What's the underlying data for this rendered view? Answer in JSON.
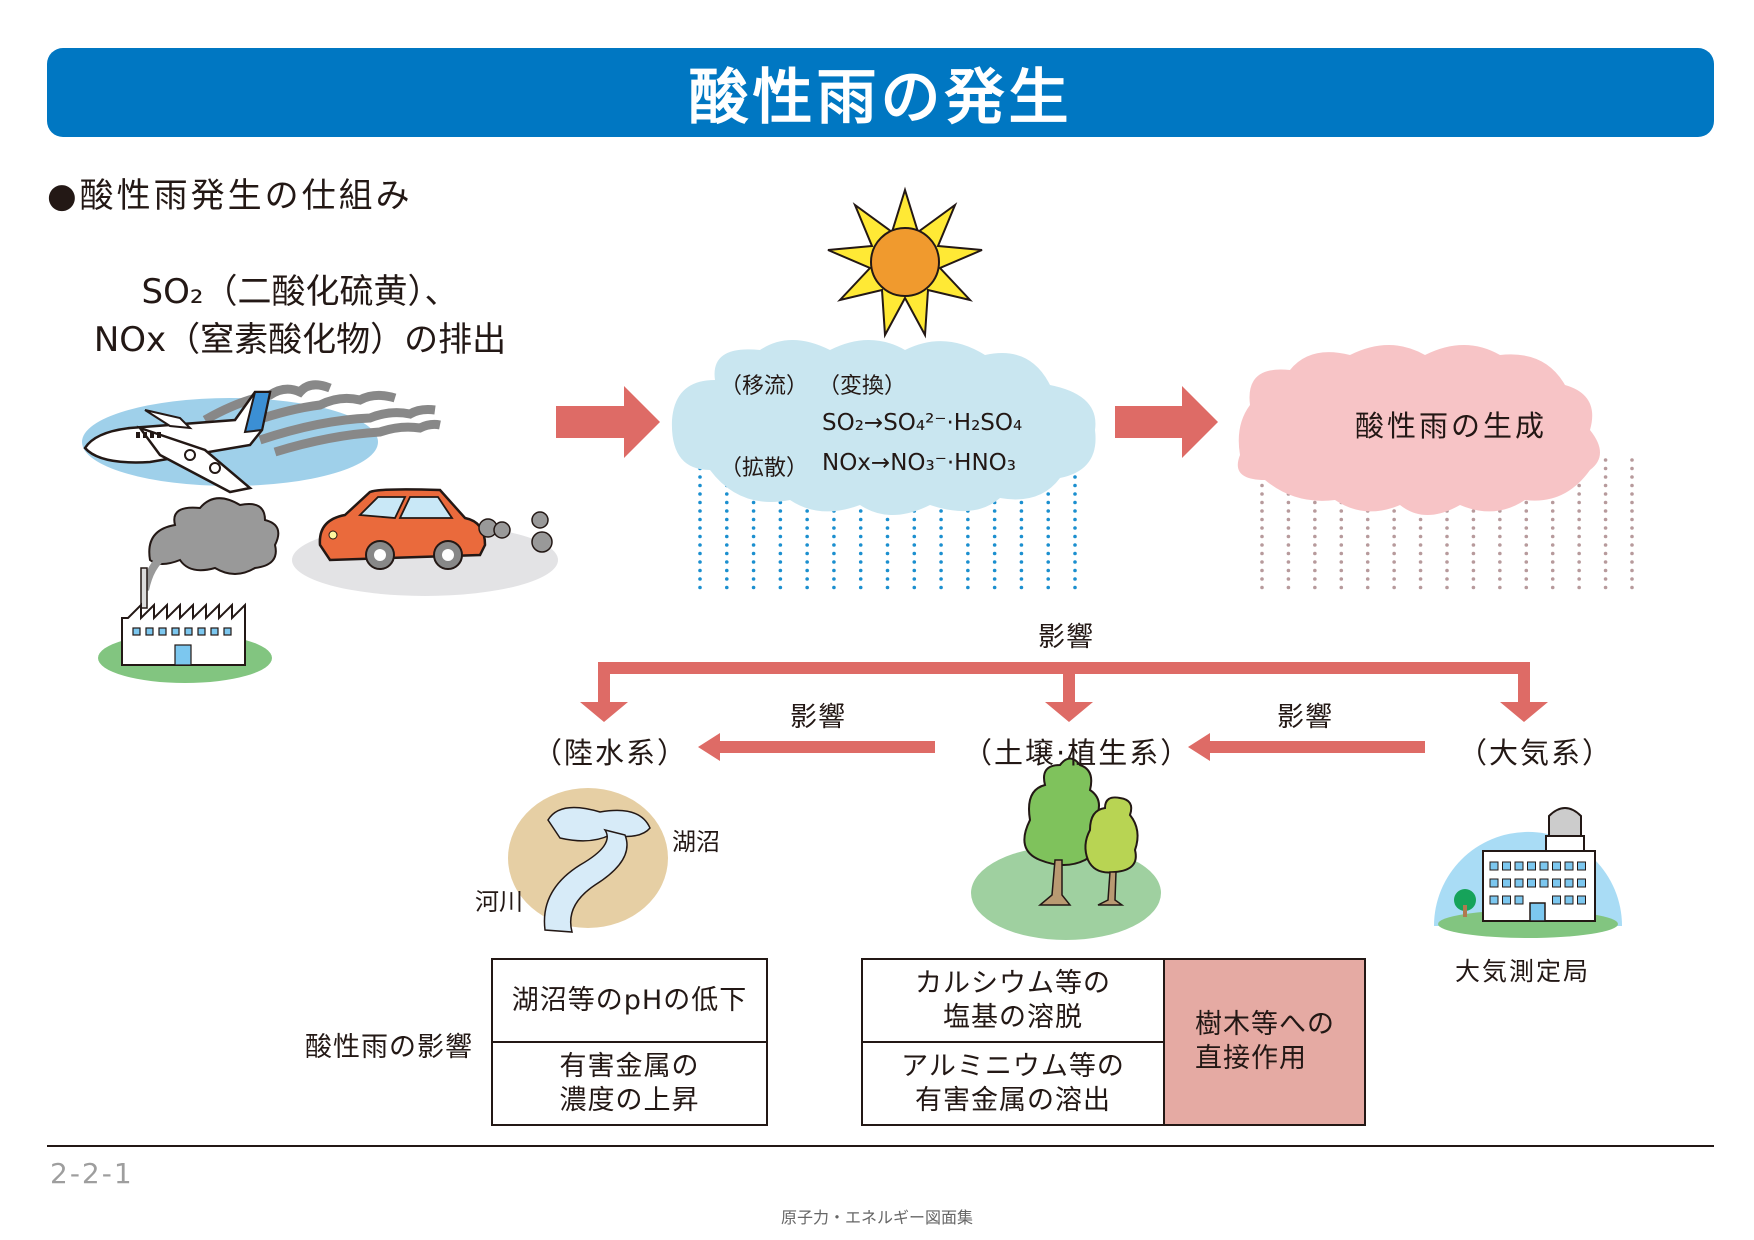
{
  "title": "酸性雨の発生",
  "section_heading": "●酸性雨発生の仕組み",
  "emission": {
    "line1": "SO₂（二酸化硫黄）、",
    "line2": "NOx（窒素酸化物）の排出",
    "icons": [
      "airplane-icon",
      "factory-icon",
      "car-icon"
    ]
  },
  "transport_cloud": {
    "label_advection": "（移流）",
    "label_conversion": "（変換）",
    "label_diffusion": "（拡散）",
    "reaction_so2": "SO₂→SO₄²⁻·H₂SO₄",
    "reaction_nox": "NOx→NO₃⁻·HNO₃"
  },
  "acid_rain_cloud": {
    "label": "酸性雨の生成"
  },
  "influence": {
    "top_label": "影響",
    "left_label": "影響",
    "right_label": "影響"
  },
  "systems": [
    {
      "name": "（陸水系）",
      "sub_labels": [
        "湖沼",
        "河川"
      ]
    },
    {
      "name": "（土壌·植生系）"
    },
    {
      "name": "（大気系）",
      "caption": "大気測定局"
    }
  ],
  "effects": {
    "row_label": "酸性雨の影響",
    "inland_water": [
      "湖沼等のpHの低下",
      "有害金属の\n濃度の上昇"
    ],
    "soil": [
      "カルシウム等の\n塩基の溶脱",
      "アルミニウム等の\n有害金属の溶出"
    ],
    "vegetation": "樹木等への\n直接作用"
  },
  "colors": {
    "title_bar": "#0077c2",
    "arrow": "#de6b66",
    "cloud_blue": "#c9e6f0",
    "cloud_pink": "#f7c4c6",
    "rain_blue": "#1b8fcf",
    "rain_pink": "#b79a9c",
    "vegetation_cell": "#e5aaa3"
  },
  "footer": {
    "page_number": "2-2-1",
    "book": "原子力・エネルギー図面集"
  }
}
